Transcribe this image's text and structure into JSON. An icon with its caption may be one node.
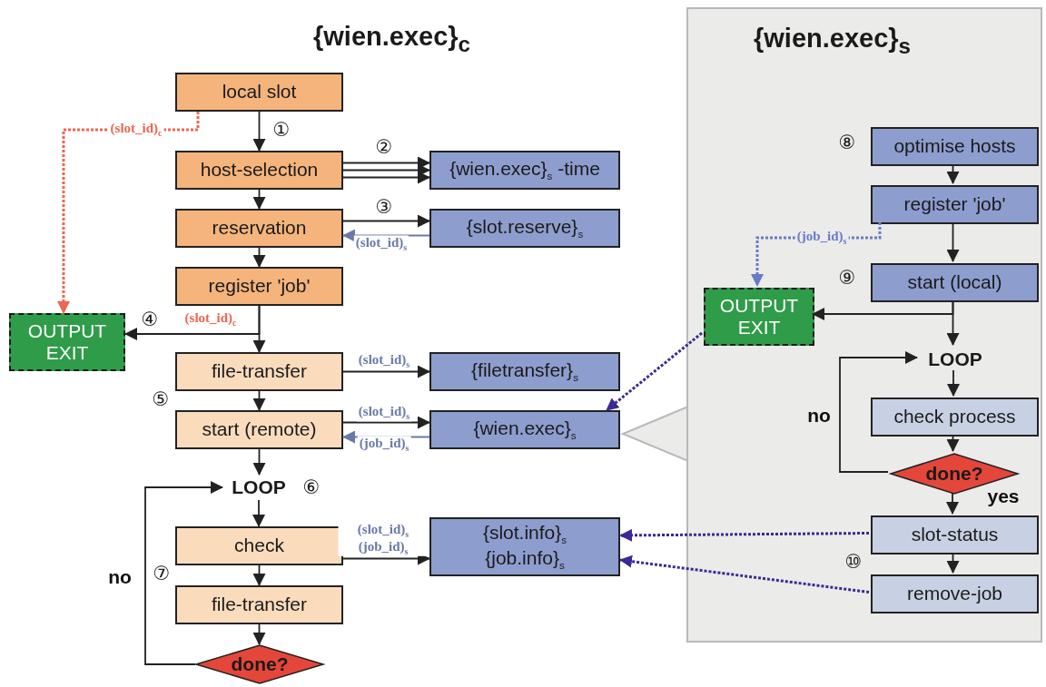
{
  "diagram": {
    "title": "{wien.exec}$_{c}$",
    "nodes": [
      {
        "text": [
          "local slot"
        ]
      },
      {
        "text": [
          "host-selection"
        ]
      },
      {
        "text": [
          "{wien.exec}$_{s}$ -time"
        ]
      },
      {
        "text": [
          "reservation"
        ]
      },
      {
        "text": [
          "{slot.reserve}$_{s}$"
        ]
      },
      {
        "text": [
          "register 'job'"
        ]
      },
      {
        "text": [
          "OUTPUT EXIT"
        ]
      },
      {
        "text": [
          "file-transfer"
        ]
      },
      {
        "text": [
          "{filetransfer}$_{s}$"
        ]
      },
      {
        "text": [
          "start (remote)"
        ]
      },
      {
        "text": [
          "{wien.exec}$_{s}$"
        ]
      },
      {
        "text": [
          "LOOP"
        ]
      },
      {
        "text": [
          "check"
        ]
      },
      {
        "text": [
          "{slot.info}$_{s}$",
          "{job.info}$_{s}$"
        ]
      },
      {
        "text": [
          "file-transfer"
        ]
      },
      {
        "text": [
          "done?"
        ]
      },
      {
        "text": [
          "{wien.exec}$_{s}$"
        ]
      },
      {
        "text": [
          "optimise hosts"
        ],
        "in": 16
      },
      {
        "text": [
          "register 'job'"
        ],
        "in": 16
      },
      {
        "text": [
          "OUTPUT EXIT"
        ],
        "in": 16
      },
      {
        "text": [
          "start (local)"
        ],
        "in": 16
      },
      {
        "text": [
          "LOOP"
        ],
        "in": 16
      },
      {
        "text": [
          "check process"
        ],
        "in": 16
      },
      {
        "text": [
          "done?"
        ],
        "in": 16
      },
      {
        "text": [
          "slot-status"
        ],
        "in": 16
      },
      {
        "text": [
          "remove-job"
        ],
        "in": 16
      }
    ],
    "edges": [
      {
        "from": 0,
        "to": 1,
        "arrow": "to"
      },
      {
        "from": 0,
        "to": 6,
        "arrow": "to",
        "label": "(slot_id)$_{c}$",
        "style": "dashed",
        "color": "#ee6650"
      },
      {
        "from": 1,
        "to": 2,
        "arrow": "to"
      },
      {
        "from": 1,
        "to": 2,
        "arrow": "to"
      },
      {
        "from": 1,
        "to": 2,
        "arrow": "to"
      },
      {
        "from": 1,
        "to": 3,
        "arrow": "to"
      },
      {
        "from": 3,
        "to": 4,
        "arrow": "to"
      },
      {
        "from": 4,
        "to": 3,
        "arrow": "to",
        "label": "(slot_id)$_{s}$",
        "color": "#6a7aa8"
      },
      {
        "from": 3,
        "to": 5,
        "arrow": "to"
      },
      {
        "from": 5,
        "to": 7,
        "arrow": "to"
      },
      {
        "from": 5,
        "to": 6,
        "arrow": "to",
        "label": "(slot_id)$_{c}$"
      },
      {
        "from": 7,
        "to": 8,
        "arrow": "to",
        "label": "(slot_id)$_{s}$"
      },
      {
        "from": 7,
        "to": 9,
        "arrow": "to"
      },
      {
        "from": 9,
        "to": 10,
        "arrow": "to",
        "label": "(slot_id)$_{s}$"
      },
      {
        "from": 10,
        "to": 9,
        "arrow": "to",
        "label": "(job_id)$_{s}$",
        "color": "#6a7aa8"
      },
      {
        "from": 9,
        "to": 11,
        "arrow": "to"
      },
      {
        "from": 11,
        "to": 12,
        "arrow": "to"
      },
      {
        "from": 12,
        "to": 13,
        "arrow": "to",
        "label": "(slot_id)$_{s}$ (job_id)$_{s}$"
      },
      {
        "from": 12,
        "to": 14,
        "arrow": "to"
      },
      {
        "from": 14,
        "to": 15,
        "arrow": "to"
      },
      {
        "from": 15,
        "to": 11,
        "arrow": "to",
        "label": "no"
      },
      {
        "from": 19,
        "to": 10,
        "arrow": "to",
        "style": "dashed",
        "color": "#3a2a96"
      },
      {
        "from": 17,
        "to": 18,
        "arrow": "to"
      },
      {
        "from": 18,
        "to": 20,
        "arrow": "to"
      },
      {
        "from": 18,
        "to": 19,
        "arrow": "to",
        "label": "(job_id)$_{s}$",
        "style": "dashed",
        "color": "#6a7ac8"
      },
      {
        "from": 20,
        "to": 21,
        "arrow": "to"
      },
      {
        "from": 20,
        "to": 19,
        "arrow": "to"
      },
      {
        "from": 21,
        "to": 22,
        "arrow": "to"
      },
      {
        "from": 22,
        "to": 23,
        "arrow": "to"
      },
      {
        "from": 23,
        "to": 21,
        "arrow": "to",
        "label": "no"
      },
      {
        "from": 23,
        "to": 24,
        "arrow": "to",
        "label": "yes"
      },
      {
        "from": 24,
        "to": 25,
        "arrow": "to"
      },
      {
        "from": 24,
        "to": 13,
        "arrow": "to",
        "style": "dashed",
        "color": "#3a2a96"
      },
      {
        "from": 25,
        "to": 13,
        "arrow": "to",
        "style": "dashed",
        "color": "#3a2a96"
      }
    ],
    "labels": [
      "①",
      "②",
      "③",
      "④",
      "⑤",
      "⑥",
      "⑦",
      "⑧",
      "⑨",
      "⑩"
    ]
  }
}
